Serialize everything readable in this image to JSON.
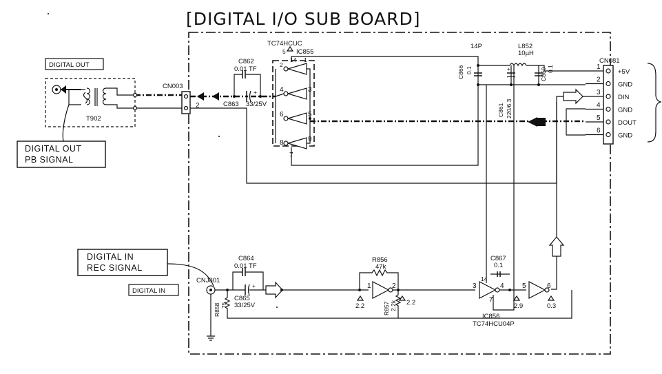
{
  "title": "[DIGITAL I/O SUB BOARD]",
  "labels": {
    "digital_out": "DIGITAL OUT",
    "digital_in": "DIGITAL IN",
    "digital_out_pb_line1": "DIGITAL OUT",
    "digital_out_pb_line2": "PB SIGNAL",
    "digital_in_rec_line1": "DIGITAL IN",
    "digital_in_rec_line2": "REC SIGNAL"
  },
  "components": {
    "t902": "T902",
    "cn003": "CN003",
    "cnj801": "CNJ801",
    "cn081": "CN081",
    "ic855_type": "TC74HCUC",
    "ic855": "IC855",
    "ic856": "IC856",
    "ic856_type": "TC74HCU04P",
    "c862": "C862",
    "c862_val": "0.01 TF",
    "c863": "C863",
    "c863_val": "33/25V",
    "c864": "C864",
    "c864_val": "0.01 TF",
    "c865": "C865",
    "c865_val": "33/25V",
    "c866": "C866",
    "c866_val": "0.1",
    "c860": "C860",
    "c860_val": "0.1",
    "c861": "C861",
    "c861_val": "220/6.3",
    "c867": "C867",
    "c867_val": "0.1",
    "l852": "L852",
    "l852_val": "10µH",
    "r856": "R856",
    "r856_val": "47k",
    "r857": "R857",
    "r857_val": "2.2k",
    "r858": "R858",
    "r858_val": "75",
    "pin14p": "14P"
  },
  "connector_pins": [
    {
      "num": "1",
      "name": "+5V"
    },
    {
      "num": "2",
      "name": "GND"
    },
    {
      "num": "3",
      "name": "DIN"
    },
    {
      "num": "4",
      "name": "GND"
    },
    {
      "num": "5",
      "name": "DOUT"
    },
    {
      "num": "6",
      "name": "GND"
    }
  ],
  "pin_numbers": {
    "cn003_pin": "2",
    "ic855_p2": "2",
    "ic855_p14": "14",
    "ic855_p1": "1",
    "ic855_p4": "4",
    "ic855_p3": "3",
    "ic855_p6": "6",
    "ic855_p5": "5",
    "ic855_p8": "8",
    "ic855_p9": "9",
    "ic855_p7": "7",
    "ic855_v5": "5",
    "ic856_p1": "1",
    "ic856_p2": "2",
    "ic856_p3": "3",
    "ic856_p14": "14",
    "ic856_p4": "4",
    "ic856_p7": "7",
    "ic856_p5": "5",
    "ic856_p6": "6"
  },
  "voltages": {
    "v1": "2.2",
    "v2": "2.2",
    "v3": "2.9",
    "v4": "0.3"
  }
}
